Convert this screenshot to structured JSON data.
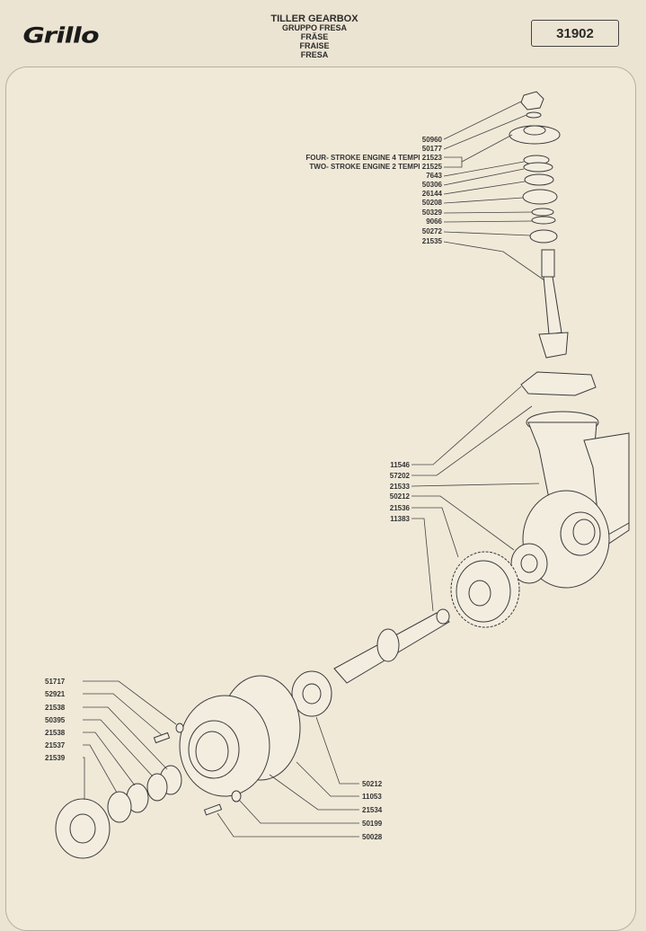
{
  "header": {
    "brand": "Grillo",
    "title_lines": [
      "TILLER GEARBOX",
      "GRUPPO FRESA",
      "FRÄSE",
      "FRAISE",
      "FRESA"
    ],
    "code": "31902"
  },
  "top_labels": [
    {
      "id": "p1",
      "text": "50960"
    },
    {
      "id": "p2",
      "text": "50177"
    },
    {
      "id": "p3",
      "text": "FOUR- STROKE ENGINE  4 TEMPI 21523"
    },
    {
      "id": "p4",
      "text": "TWO- STROKE ENGINE  2 TEMPI 21525"
    },
    {
      "id": "p5",
      "text": "7643"
    },
    {
      "id": "p6",
      "text": "50306"
    },
    {
      "id": "p7",
      "text": "26144"
    },
    {
      "id": "p8",
      "text": "50208"
    },
    {
      "id": "p9",
      "text": "50329"
    },
    {
      "id": "p10",
      "text": "9066"
    },
    {
      "id": "p11",
      "text": "50272"
    },
    {
      "id": "p12",
      "text": "21535"
    }
  ],
  "mid_labels": [
    {
      "id": "m1",
      "text": "11546"
    },
    {
      "id": "m2",
      "text": "57202"
    },
    {
      "id": "m3",
      "text": "21533"
    },
    {
      "id": "m4",
      "text": "50212"
    },
    {
      "id": "m5",
      "text": "21536"
    },
    {
      "id": "m6",
      "text": "11383"
    }
  ],
  "left_labels": [
    {
      "id": "l1",
      "text": "51717"
    },
    {
      "id": "l2",
      "text": "52921"
    },
    {
      "id": "l3",
      "text": "21538"
    },
    {
      "id": "l4",
      "text": "50395"
    },
    {
      "id": "l5",
      "text": "21538"
    },
    {
      "id": "l6",
      "text": "21537"
    },
    {
      "id": "l7",
      "text": "21539"
    }
  ],
  "bottom_labels": [
    {
      "id": "b1",
      "text": "50212"
    },
    {
      "id": "b2",
      "text": "11053"
    },
    {
      "id": "b3",
      "text": "21534"
    },
    {
      "id": "b4",
      "text": "50199"
    },
    {
      "id": "b5",
      "text": "50028"
    }
  ]
}
